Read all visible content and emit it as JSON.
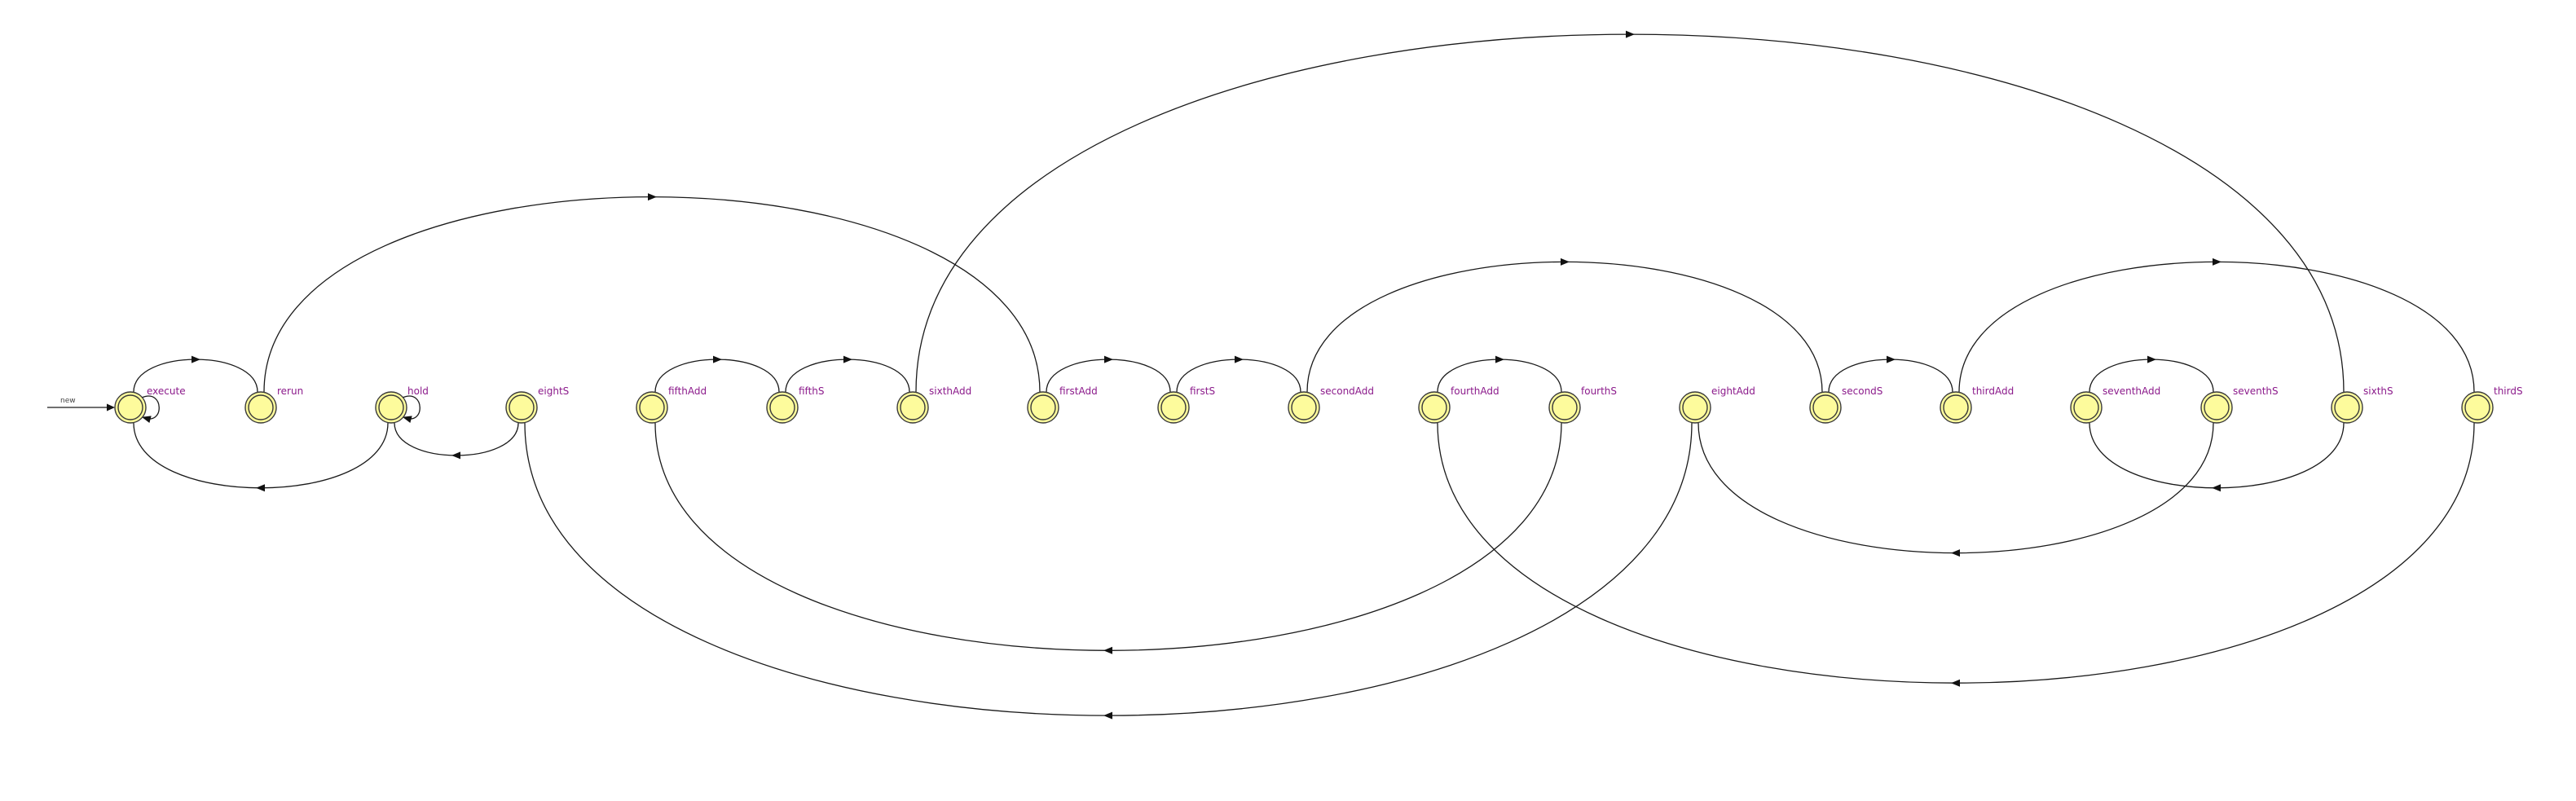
{
  "diagram": {
    "start_label": "new",
    "states": [
      {
        "id": "execute",
        "label": "execute"
      },
      {
        "id": "rerun",
        "label": "rerun"
      },
      {
        "id": "hold",
        "label": "hold"
      },
      {
        "id": "eightS",
        "label": "eightS"
      },
      {
        "id": "fifthAdd",
        "label": "fifthAdd"
      },
      {
        "id": "fifthS",
        "label": "fifthS"
      },
      {
        "id": "sixthAdd",
        "label": "sixthAdd"
      },
      {
        "id": "firstAdd",
        "label": "firstAdd"
      },
      {
        "id": "firstS",
        "label": "firstS"
      },
      {
        "id": "secondAdd",
        "label": "secondAdd"
      },
      {
        "id": "fourthAdd",
        "label": "fourthAdd"
      },
      {
        "id": "fourthS",
        "label": "fourthS"
      },
      {
        "id": "eightAdd",
        "label": "eightAdd"
      },
      {
        "id": "secondS",
        "label": "secondS"
      },
      {
        "id": "thirdAdd",
        "label": "thirdAdd"
      },
      {
        "id": "seventhAdd",
        "label": "seventhAdd"
      },
      {
        "id": "seventhS",
        "label": "seventhS"
      },
      {
        "id": "sixthS",
        "label": "sixthS"
      },
      {
        "id": "thirdS",
        "label": "thirdS"
      }
    ],
    "transitions": [
      {
        "from": "execute",
        "to": "rerun"
      },
      {
        "from": "rerun",
        "to": "firstAdd"
      },
      {
        "from": "fifthAdd",
        "to": "fifthS"
      },
      {
        "from": "fifthS",
        "to": "sixthAdd"
      },
      {
        "from": "sixthAdd",
        "to": "sixthS"
      },
      {
        "from": "firstAdd",
        "to": "firstS"
      },
      {
        "from": "firstS",
        "to": "secondAdd"
      },
      {
        "from": "secondAdd",
        "to": "secondS"
      },
      {
        "from": "fourthAdd",
        "to": "fourthS"
      },
      {
        "from": "secondS",
        "to": "thirdAdd"
      },
      {
        "from": "thirdAdd",
        "to": "thirdS"
      },
      {
        "from": "seventhAdd",
        "to": "seventhS"
      },
      {
        "from": "hold",
        "to": "execute"
      },
      {
        "from": "eightS",
        "to": "hold"
      },
      {
        "from": "sixthS",
        "to": "seventhAdd"
      },
      {
        "from": "seventhS",
        "to": "eightAdd"
      },
      {
        "from": "fourthS",
        "to": "fifthAdd"
      },
      {
        "from": "thirdS",
        "to": "fourthAdd"
      },
      {
        "from": "eightAdd",
        "to": "eightS"
      },
      {
        "from": "execute",
        "to": "execute"
      },
      {
        "from": "hold",
        "to": "hold"
      }
    ]
  }
}
